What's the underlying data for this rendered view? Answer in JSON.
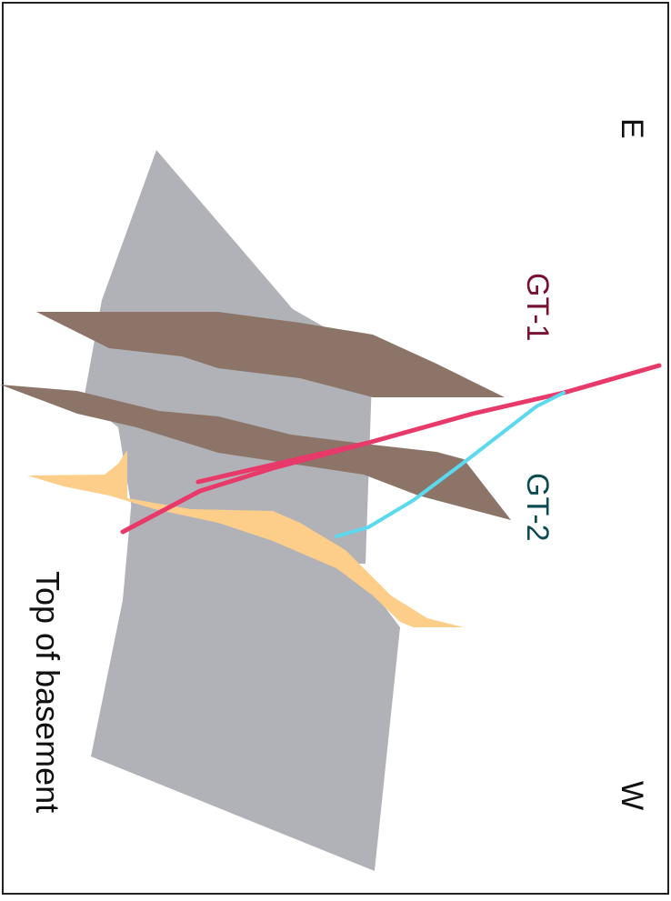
{
  "diagram": {
    "direction_east": "E",
    "direction_west": "W",
    "well_gt1_label": "GT-1",
    "well_gt2_label": "GT-2",
    "surface_label": "Top of basement"
  },
  "colors": {
    "basement_block": "#b1b2b8",
    "fault_plane": "#8c7568",
    "reservoir_layer": "#fdcd8a",
    "well_gt1": "#e83a6a",
    "well_gt2": "#5bd9ee",
    "gt1_text": "#7a1030",
    "gt2_text": "#0d4b52",
    "frame": "#222222",
    "text": "#111111"
  }
}
